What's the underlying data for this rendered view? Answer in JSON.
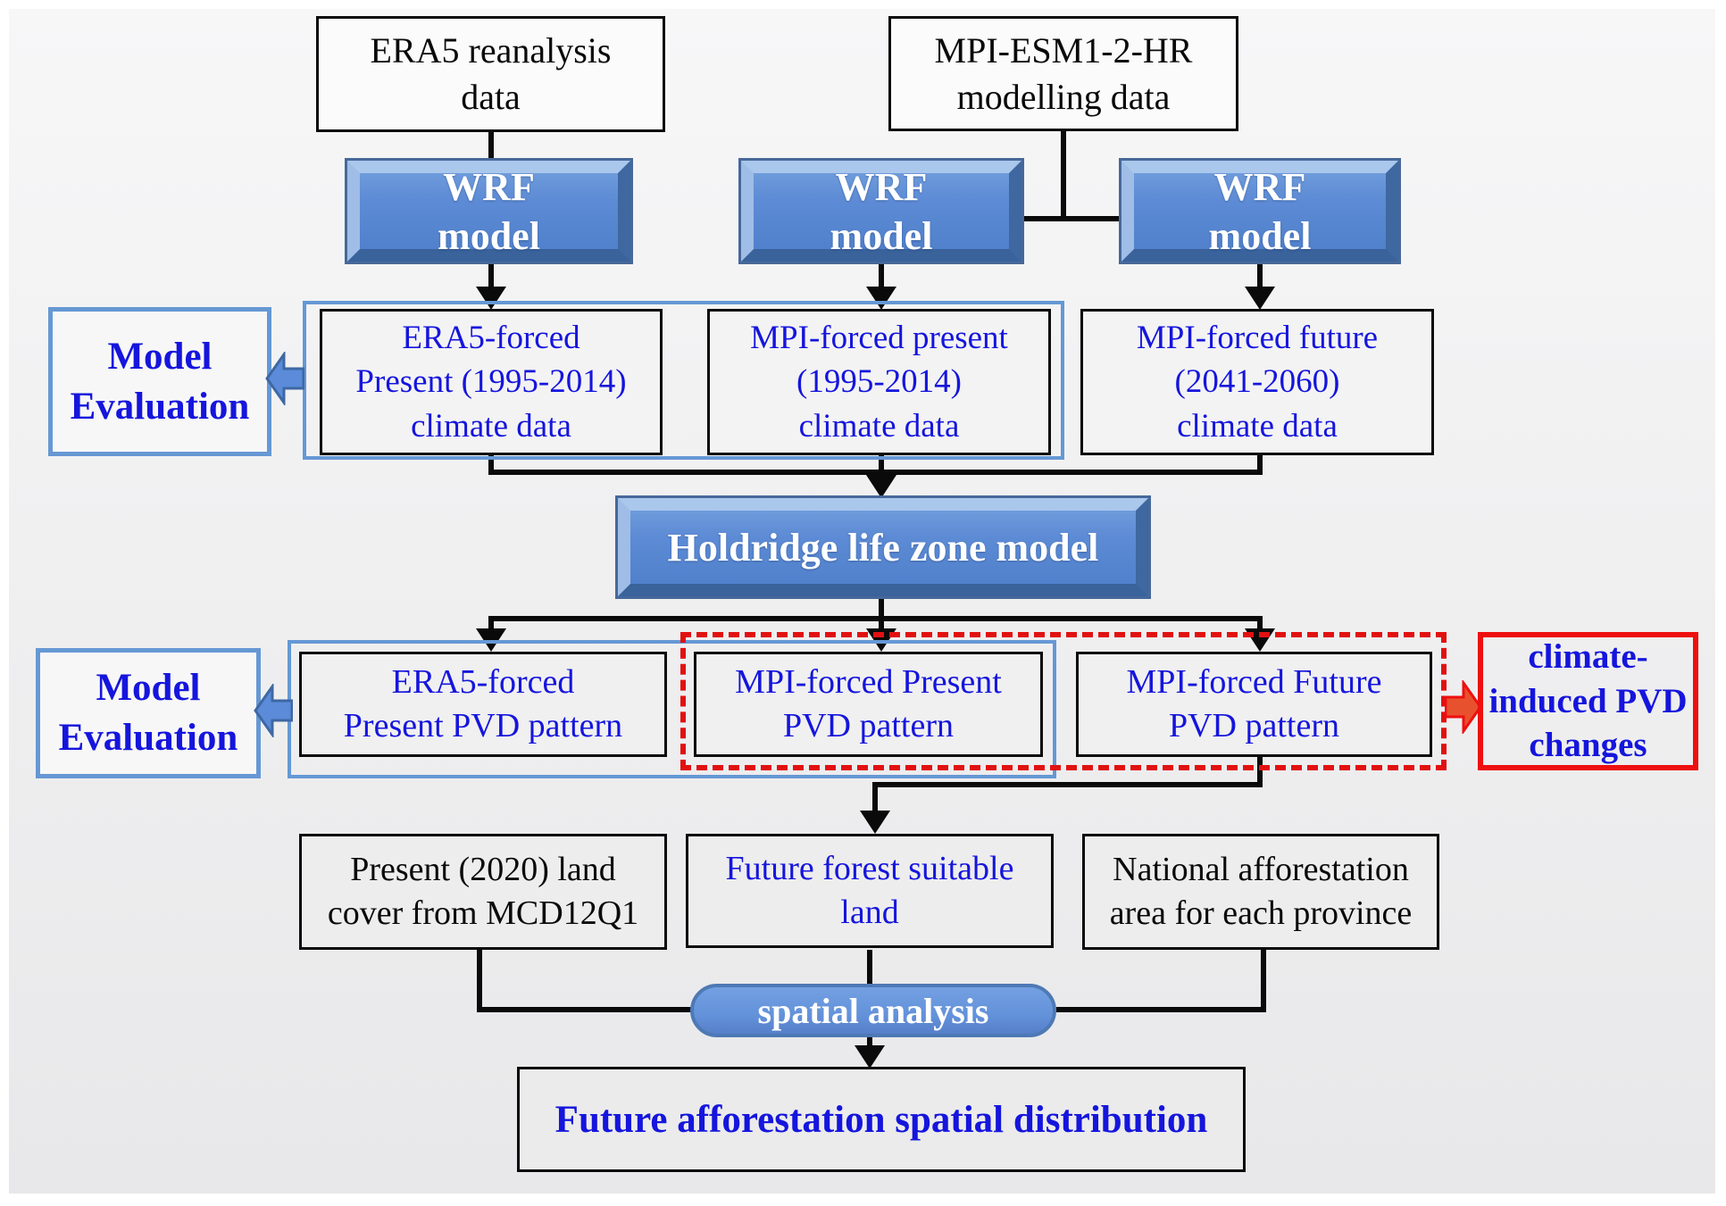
{
  "diagram": {
    "description": "Flowchart of climate-model driven afforestation planning workflow",
    "colors": {
      "background_top": "#f7f7f8",
      "background_bottom": "#e8e8ea",
      "black_line": "#0a0a0a",
      "blue_text": "#1515dd",
      "bevel_fill": "#5d8bd5",
      "bevel_light": "#aac7ec",
      "bevel_dark": "#3e689f",
      "container_border": "#6598d4",
      "red": "#ee0f0f",
      "red_arrow_fill": "#e8512d",
      "block_arrow_fill": "#5b8bd9",
      "ellipse_fill": "#6392da"
    },
    "nodes": {
      "era5_source": "ERA5 reanalysis\ndata",
      "mpi_source": "MPI-ESM1-2-HR\nmodelling data",
      "wrf1": "WRF\nmodel",
      "wrf2": "WRF\nmodel",
      "wrf3": "WRF\nmodel",
      "model_evaluation_1": "Model\nEvaluation",
      "era5_present_climate": "ERA5-forced\nPresent (1995-2014)\nclimate data",
      "mpi_present_climate": "MPI-forced present\n(1995-2014)\nclimate data",
      "mpi_future_climate": "MPI-forced future\n(2041-2060)\nclimate data",
      "holdridge": "Holdridge life zone model",
      "model_evaluation_2": "Model\nEvaluation",
      "era5_present_pvd": "ERA5-forced\nPresent PVD pattern",
      "mpi_present_pvd": "MPI-forced Present\nPVD pattern",
      "mpi_future_pvd": "MPI-forced Future\nPVD pattern",
      "climate_induced_changes": "climate-\ninduced PVD\nchanges",
      "present_landcover": "Present (2020) land\ncover from MCD12Q1",
      "future_forest_land": "Future forest suitable\nland",
      "national_afforestation": "National afforestation\narea for each province",
      "spatial_analysis": "spatial analysis",
      "future_afforestation": "Future afforestation spatial distribution"
    }
  }
}
